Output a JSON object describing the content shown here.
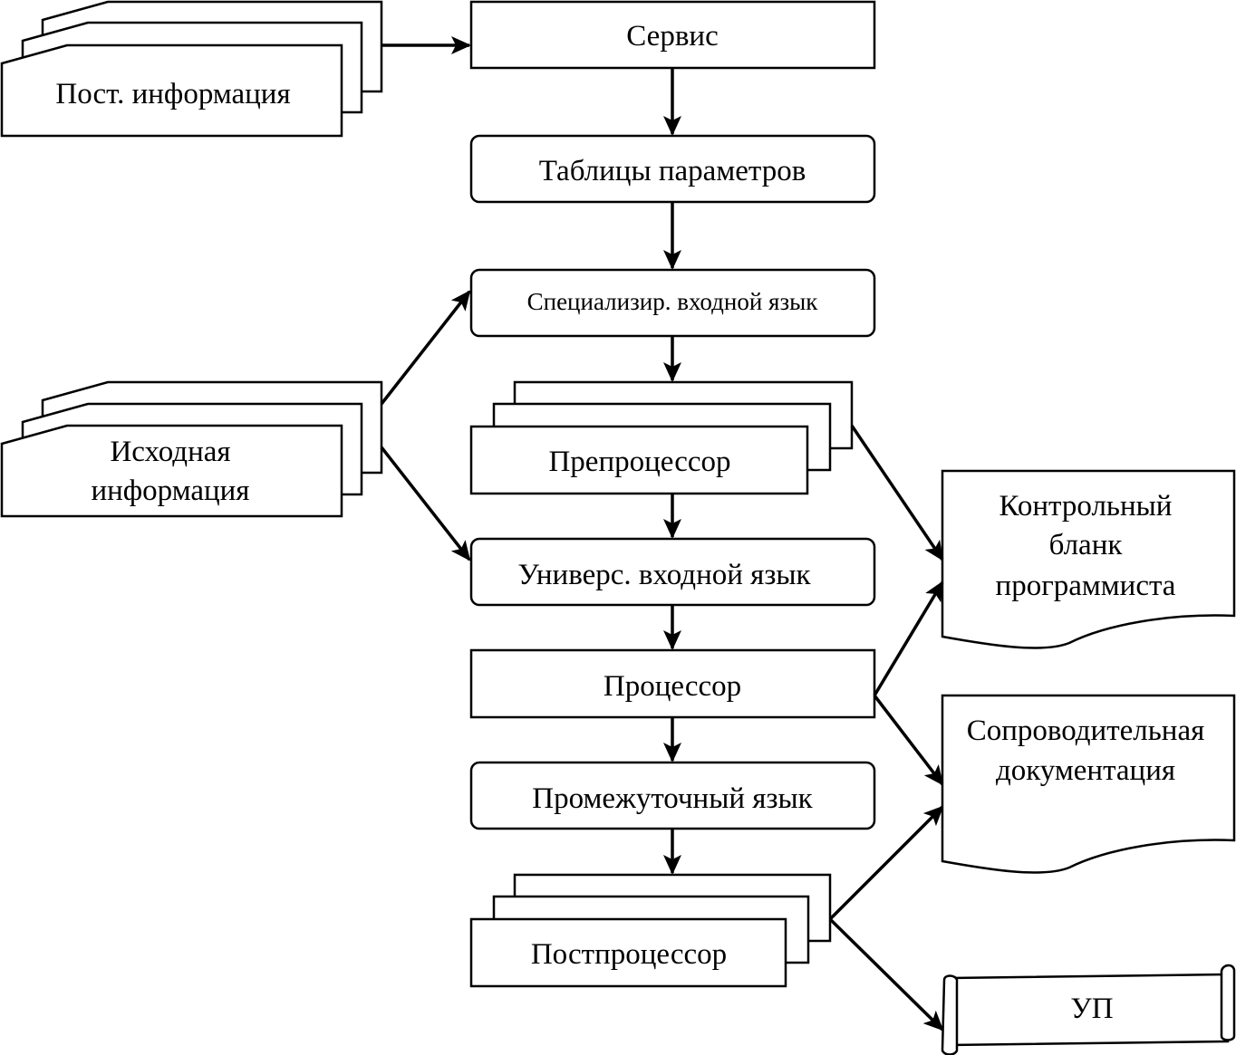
{
  "nodes": {
    "post_info": "Пост. информация",
    "service": "Сервис",
    "param_tables": "Таблицы параметров",
    "spec_lang": "Специализир. входной язык",
    "source_info": [
      "Исходная",
      "информация"
    ],
    "preprocessor": "Препроцессор",
    "univ_lang": "Универс. входной язык",
    "processor": "Процессор",
    "intermediate_lang": "Промежуточный язык",
    "postprocessor": "Постпроцессор",
    "control_form": [
      "Контрольный",
      "бланк",
      "программиста"
    ],
    "documentation": [
      "Сопроводительная",
      "документация"
    ],
    "up": "УП"
  },
  "colors": {
    "stroke": "#000000",
    "fill": "#ffffff"
  }
}
